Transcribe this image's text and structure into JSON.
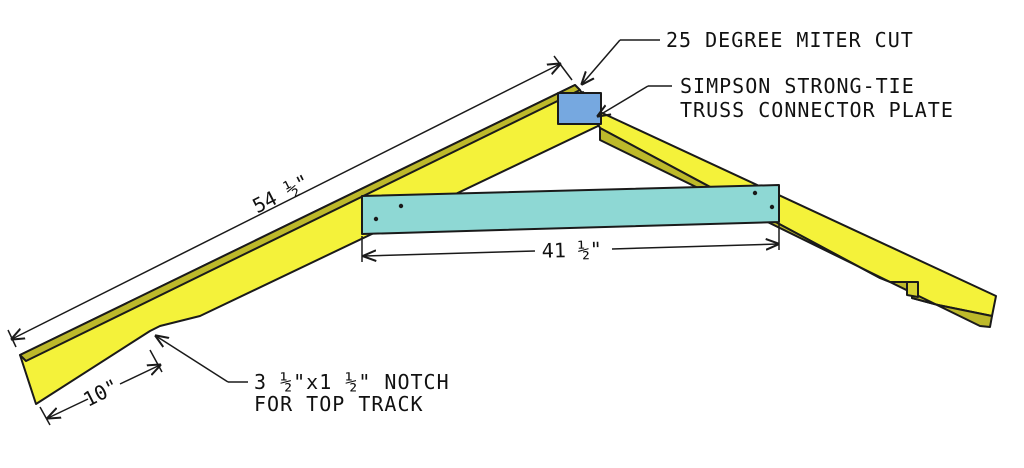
{
  "colors": {
    "lumber": "#f4f23a",
    "lumber_shadow": "#bdb92a",
    "collar_tie": "#8ed8d4",
    "connector_plate": "#76a8e0",
    "line": "#1a1a1a"
  },
  "labels": {
    "miter_cut": "25 DEGREE MITER CUT",
    "plate_line1": "SIMPSON STRONG-TIE",
    "plate_line2": "TRUSS CONNECTOR PLATE",
    "notch_line1": "3 ½\"x1 ½\" NOTCH",
    "notch_line2": "FOR TOP TRACK"
  },
  "dimensions": {
    "rafter_length": "54 ½\"",
    "collar_tie_length": "41 ½\"",
    "notch_offset": "10\""
  }
}
